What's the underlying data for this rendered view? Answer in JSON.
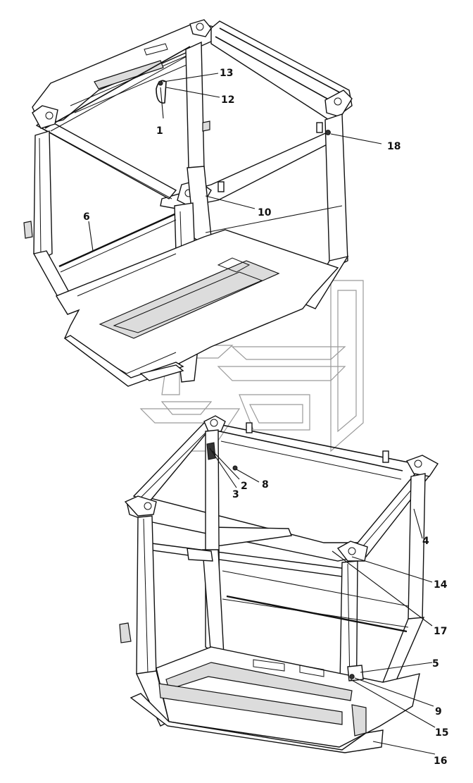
{
  "diagram": {
    "callouts": [
      {
        "id": "c1",
        "label": "1"
      },
      {
        "id": "c2",
        "label": "2"
      },
      {
        "id": "c3",
        "label": "3"
      },
      {
        "id": "c4",
        "label": "4"
      },
      {
        "id": "c5",
        "label": "5"
      },
      {
        "id": "c6",
        "label": "6"
      },
      {
        "id": "c8",
        "label": "8"
      },
      {
        "id": "c9",
        "label": "9"
      },
      {
        "id": "c10",
        "label": "10"
      },
      {
        "id": "c12",
        "label": "12"
      },
      {
        "id": "c13",
        "label": "13"
      },
      {
        "id": "c14",
        "label": "14"
      },
      {
        "id": "c15",
        "label": "15"
      },
      {
        "id": "c16",
        "label": "16"
      },
      {
        "id": "c17",
        "label": "17"
      },
      {
        "id": "c18",
        "label": "18"
      }
    ]
  }
}
